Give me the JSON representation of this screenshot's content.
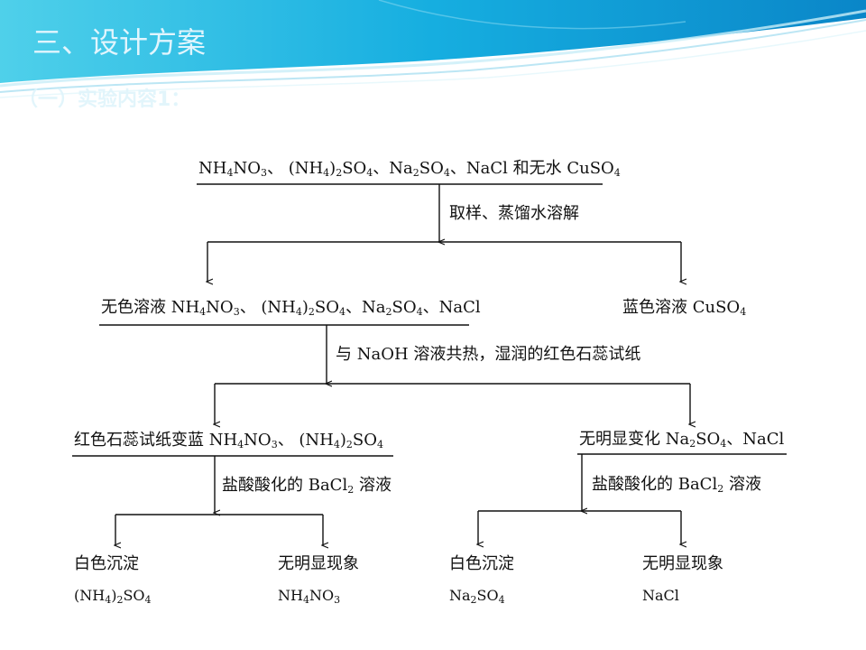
{
  "header": {
    "title": "三、设计方案",
    "subtitle": "（一）实验内容1："
  },
  "flowchart": {
    "root": [
      "NH",
      "4",
      "NO",
      "3",
      "、 (NH",
      "4",
      ")",
      "2",
      "SO",
      "4",
      "、Na",
      "2",
      "SO",
      "4",
      "、NaCl 和无水 CuSO",
      "4"
    ],
    "step1": "取样、蒸馏水溶解",
    "colorless": [
      "无色溶液 NH",
      "4",
      "NO",
      "3",
      "、 (NH",
      "4",
      ")",
      "2",
      "SO",
      "4",
      "、Na",
      "2",
      "SO",
      "4",
      "、NaCl"
    ],
    "blue": [
      "蓝色溶液 CuSO",
      "4"
    ],
    "step2": "与 NaOH 溶液共热，湿润的红色石蕊试纸",
    "litmus_blue": [
      "红色石蕊试纸变蓝 NH",
      "4",
      "NO",
      "3",
      "、 (NH",
      "4",
      ")",
      "2",
      "SO",
      "4"
    ],
    "no_change": [
      "无明显变化 Na",
      "2",
      "SO",
      "4",
      "、NaCl"
    ],
    "step3_left": [
      "盐酸酸化的 BaCl",
      "2",
      " 溶液"
    ],
    "step3_right": [
      "盐酸酸化的 BaCl",
      "2",
      " 溶液"
    ],
    "leaf1_label": "白色沉淀",
    "leaf1_formula": [
      "(NH",
      "4",
      ")",
      "2",
      "SO",
      "4"
    ],
    "leaf2_label": "无明显现象",
    "leaf2_formula": [
      "NH",
      "4",
      "NO",
      "3"
    ],
    "leaf3_label": "白色沉淀",
    "leaf3_formula": [
      "Na",
      "2",
      "SO",
      "4"
    ],
    "leaf4_label": "无明显现象",
    "leaf4_formula": [
      "NaCl"
    ]
  }
}
